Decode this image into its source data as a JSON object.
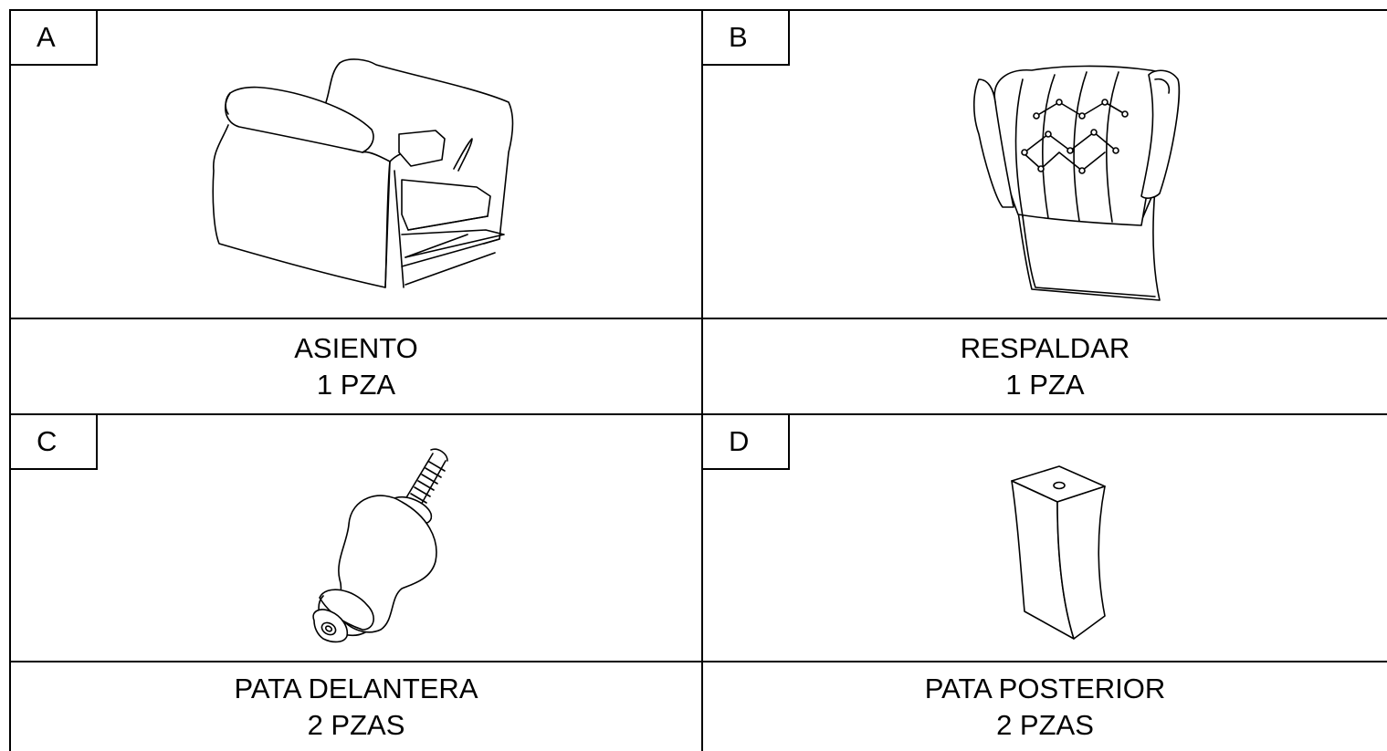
{
  "parts": [
    {
      "letter": "A",
      "name": "ASIENTO",
      "qty": "1 PZA",
      "icon": "armchair-seat-icon"
    },
    {
      "letter": "B",
      "name": "RESPALDAR",
      "qty": "1 PZA",
      "icon": "tufted-backrest-icon"
    },
    {
      "letter": "C",
      "name": "PATA DELANTERA",
      "qty": "2 PZAS",
      "icon": "turned-front-leg-icon"
    },
    {
      "letter": "D",
      "name": "PATA POSTERIOR",
      "qty": "2 PZAS",
      "icon": "tapered-rear-leg-icon"
    }
  ]
}
